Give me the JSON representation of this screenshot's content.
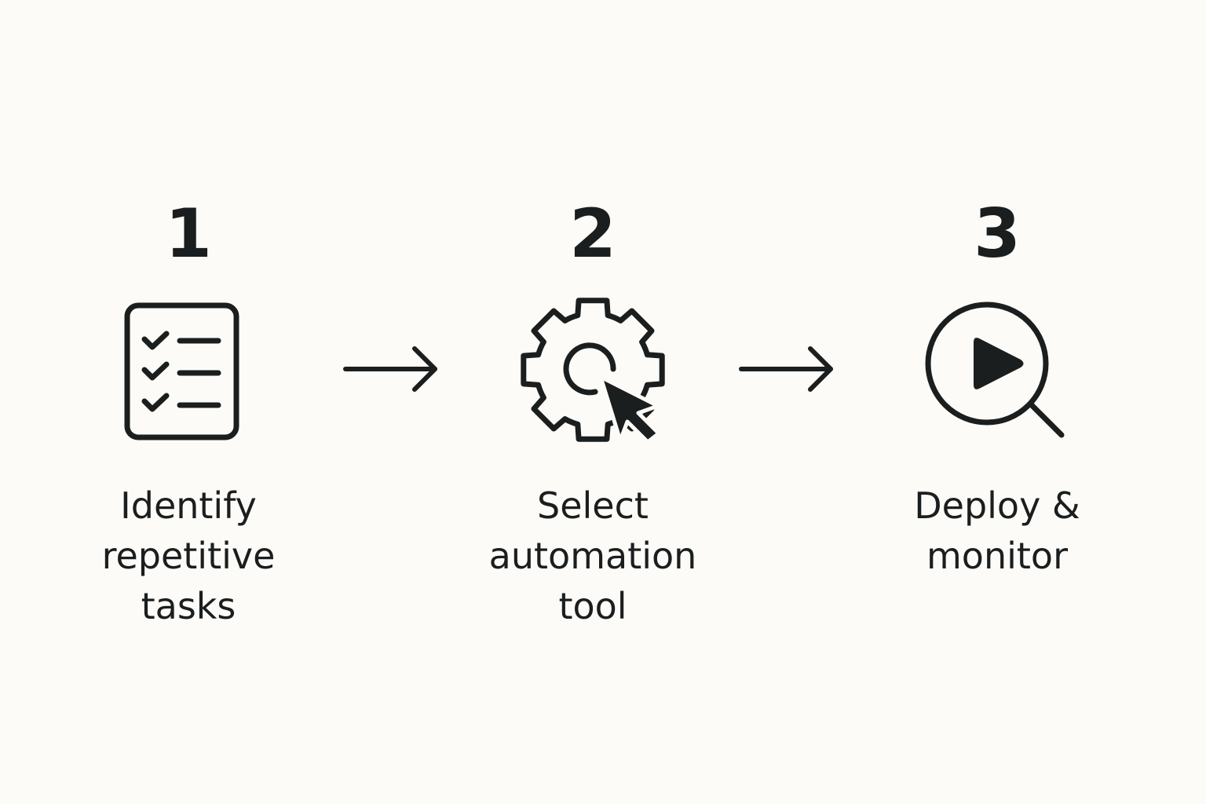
{
  "background_color": "#fcfbf7",
  "ink_color": "#1b1e1f",
  "steps": [
    {
      "number": "1",
      "label": "Identify\nrepetitive\ntasks",
      "icon": "checklist-icon"
    },
    {
      "number": "2",
      "label": "Select\nautomation\ntool",
      "icon": "gear-cursor-icon"
    },
    {
      "number": "3",
      "label": "Deploy &\nmonitor",
      "icon": "magnifier-play-icon"
    }
  ],
  "connectors": [
    {
      "icon": "arrow-right-icon"
    },
    {
      "icon": "arrow-right-icon"
    }
  ]
}
